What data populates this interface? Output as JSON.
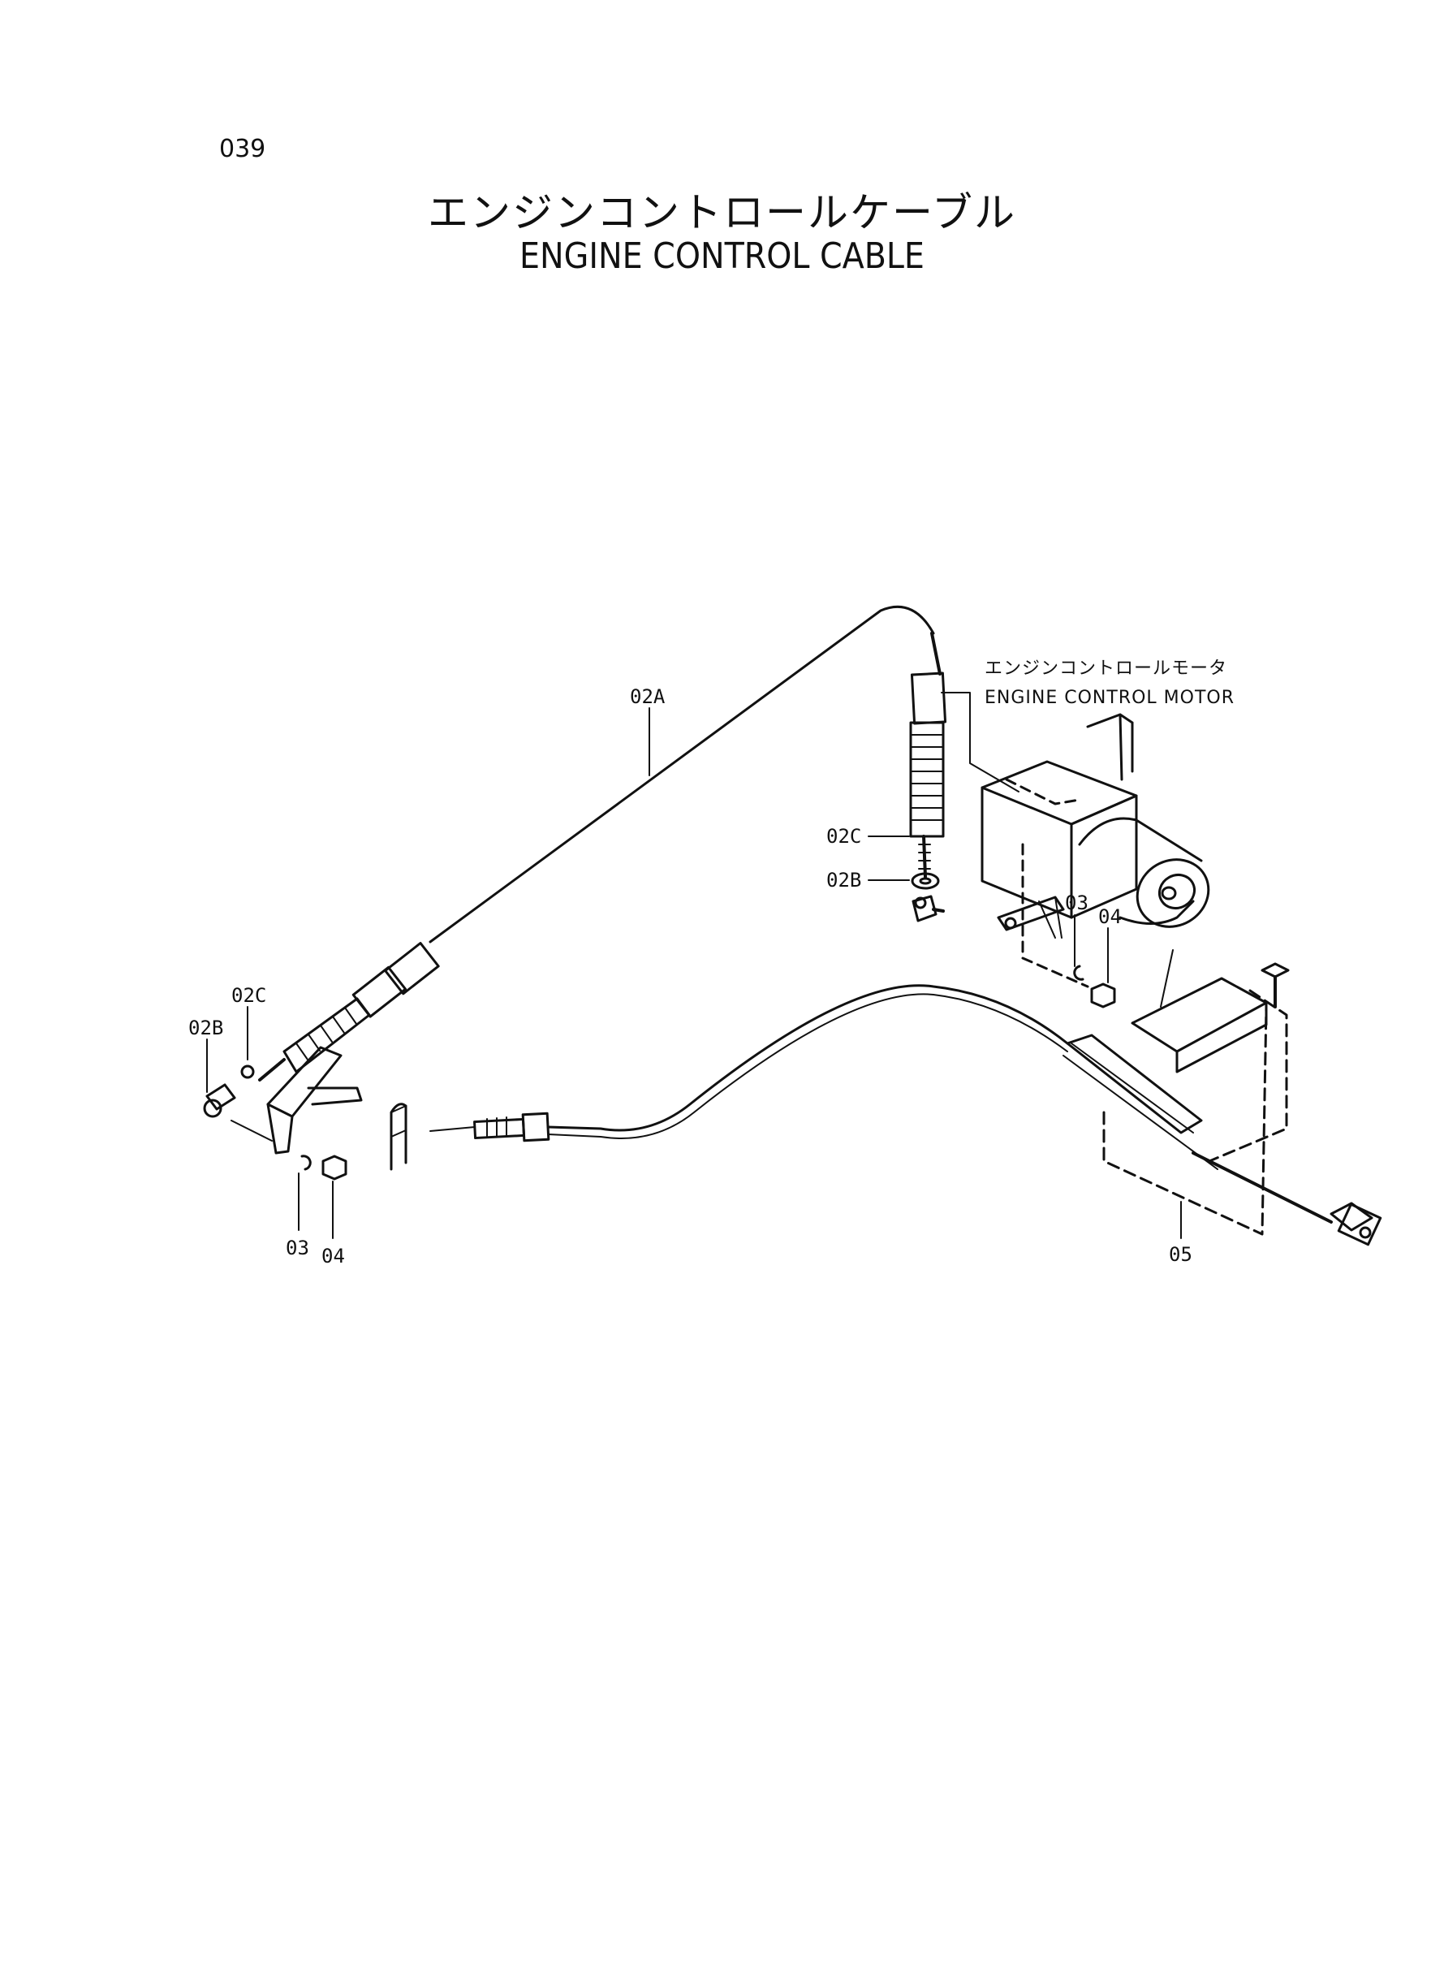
{
  "page": {
    "number": "039",
    "title_jp": "エンジンコントロールケーブル",
    "title_en": "ENGINE CONTROL CABLE"
  },
  "callouts": {
    "motor_jp": "エンジンコントロールモータ",
    "motor_en": "ENGINE CONTROL MOTOR",
    "c02A": "02A",
    "c02C_top": "02C",
    "c02B_top": "02B",
    "c03_top": "03",
    "c04_top": "04",
    "c02C_left": "02C",
    "c02B_left": "02B",
    "c03_bottom": "03",
    "c04_bottom": "04",
    "c05": "05"
  }
}
